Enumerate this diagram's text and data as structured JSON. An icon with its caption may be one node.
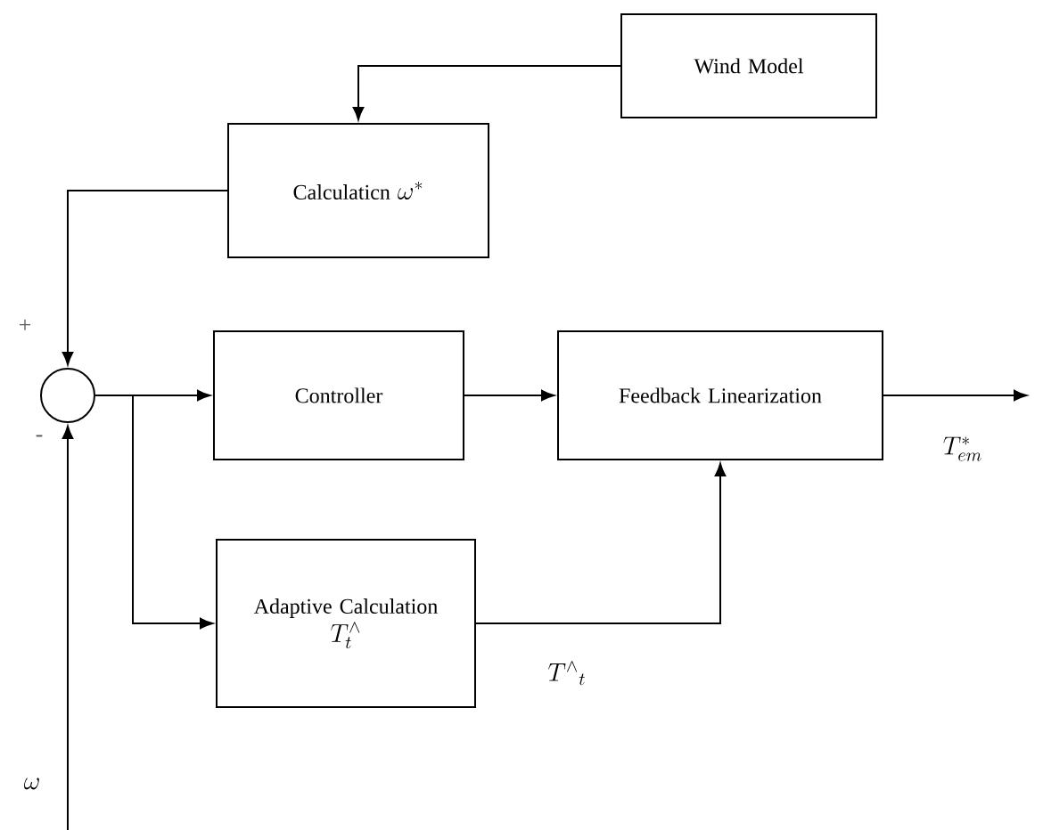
{
  "diagram": {
    "nodes": [
      {
        "text": [
          "Wind Model"
        ]
      },
      {
        "text": [
          "Calculaticn",
          "\\omega^{*}"
        ]
      },
      {
        "text": [],
        "shape": "circle"
      },
      {
        "text": [
          "Controller"
        ]
      },
      {
        "text": [
          "Feedback Linearization"
        ]
      },
      {
        "text": [
          "Adaptive Calculation",
          "T_{t}^{\\wedge}"
        ]
      }
    ],
    "edges": [
      {
        "from": 0,
        "to": 1,
        "arrow": "to"
      },
      {
        "from": 1,
        "to": 2,
        "arrow": "to"
      },
      {
        "from": 2,
        "to": 3,
        "arrow": "to"
      },
      {
        "from": 2,
        "to": 5,
        "arrow": "to"
      },
      {
        "from": 3,
        "to": 4,
        "arrow": "to"
      },
      {
        "from": 5,
        "to": 4,
        "arrow": "to",
        "label": "T^{\\wedge}{}_{t}"
      },
      {
        "from": 4,
        "to": null,
        "arrow": "to",
        "label": "T_{em}^{*}"
      },
      {
        "from": null,
        "to": 2,
        "arrow": "to",
        "label": "\\omega"
      }
    ],
    "labels": [
      "+",
      "-"
    ]
  }
}
